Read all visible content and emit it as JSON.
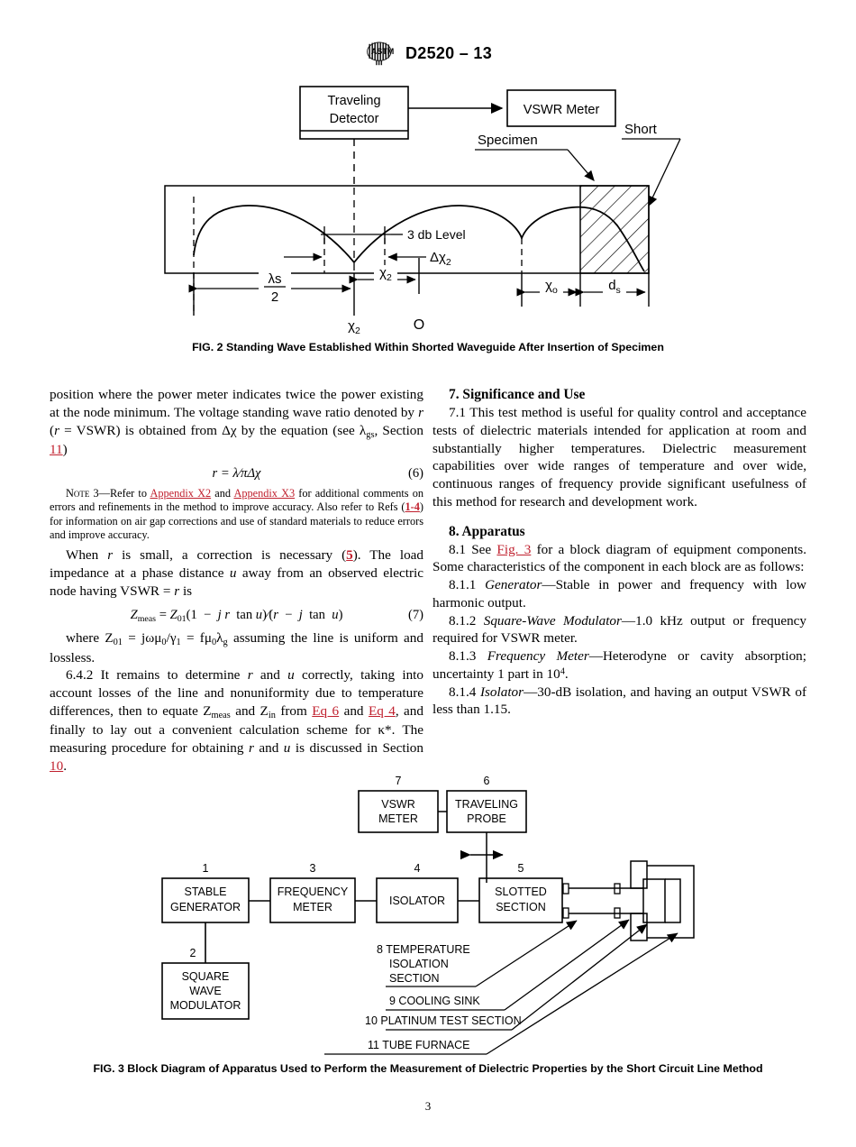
{
  "header": {
    "logo_icon": "astm-logo-icon",
    "designation": "D2520 – 13"
  },
  "figure2": {
    "caption": "FIG. 2  Standing Wave Established Within Shorted Waveguide After Insertion of Specimen",
    "blocks": [
      {
        "id": "traveling-detector",
        "line1": "Traveling",
        "line2": "Detector"
      },
      {
        "id": "vswr-meter",
        "line1": "VSWR Meter",
        "line2": ""
      }
    ],
    "labels": {
      "specimen": "Specimen",
      "short": "Short",
      "db_level": "3 db Level",
      "delta_chi2": "Δχ",
      "delta_chi2_sub": "2",
      "lambda_s": "λs",
      "lambda_s_den": "2",
      "chi2_upper": "χ",
      "chi2_upper_sub": "2",
      "chi2_lower": "χ",
      "chi2_lower_sub": "2",
      "origin": "O",
      "chi0": "χ",
      "chi0_sub": "o",
      "ds": "d",
      "ds_sub": "s"
    }
  },
  "left_column": {
    "para1_a": "position where the power meter indicates twice the power existing at the node minimum. The voltage standing wave ratio denoted by ",
    "para1_r1": "r",
    "para1_b": " (",
    "para1_r2": "r",
    "para1_c": " = VSWR) is obtained from Δχ by the equation (see λ",
    "para1_sub": "gs",
    "para1_d": ", Section ",
    "para1_link": "11",
    "para1_e": ")",
    "eq6": "r = λ⁄πΔχ",
    "eq6_num": "(6)",
    "note3_label": "Note",
    "note3_a": " 3—Refer to ",
    "note3_link1": "Appendix X2",
    "note3_b": " and ",
    "note3_link2": "Appendix X3",
    "note3_c": " for additional comments on errors and refinements in the method to improve accuracy. Also refer to Refs (",
    "note3_link3": "1-4",
    "note3_d": ") for information on air gap corrections and use of standard materials to reduce errors and improve accuracy.",
    "para2_a": "When ",
    "para2_r": "r",
    "para2_b": " is small, a correction is necessary (",
    "para2_link": "5",
    "para2_c": "). The load impedance at a phase distance ",
    "para2_u": "u",
    "para2_d": " away from an observed electric node having VSWR = ",
    "para2_r2": "r",
    "para2_e": " is",
    "eq7_num": "(7)",
    "para3_a": "where Z",
    "para3_sub1": "01",
    "para3_b": " = jωμ",
    "para3_sub2": "0",
    "para3_c": "/γ",
    "para3_sub3": "1",
    "para3_d": " = fμ",
    "para3_sub4": "0",
    "para3_e": "λ",
    "para3_sub5": "g",
    "para3_f": " assuming the line is uniform and lossless.",
    "para4_num": "6.4.2",
    "para4_a": " It remains to determine ",
    "para4_r": "r",
    "para4_b": " and ",
    "para4_u": "u",
    "para4_c": " correctly, taking into account losses of the line and nonuniformity due to temperature differences, then to equate Z",
    "para4_sub1": "meas",
    "para4_d": " and Z",
    "para4_sub2": "in",
    "para4_e": " from ",
    "para4_link1": "Eq 6",
    "para4_f": " and ",
    "para4_link2": "Eq 4",
    "para4_g": ", and finally to lay out a convenient calculation scheme for κ*. The measuring procedure for obtaining ",
    "para4_r2": "r",
    "para4_h": " and ",
    "para4_u2": "u",
    "para4_i": " is discussed in Section ",
    "para4_link3": "10",
    "para4_j": "."
  },
  "right_column": {
    "sec7_head": "7.  Significance and Use",
    "sec7_1_num": "7.1",
    "sec7_1_text": " This test method is useful for quality control and acceptance tests of dielectric materials intended for application at room and substantially higher temperatures. Dielectric measurement capabilities over wide ranges of temperature and over wide, continuous ranges of frequency provide significant usefulness of this method for research and development work.",
    "sec8_head": "8.  Apparatus",
    "sec8_1_num": "8.1",
    "sec8_1_a": " See ",
    "sec8_1_link": "Fig. 3",
    "sec8_1_b": " for a block diagram of equipment components. Some characteristics of the component in each block are as follows:",
    "sec8_1_1_num": "8.1.1",
    "sec8_1_1_term": "Generator",
    "sec8_1_1_text": "—Stable in power and frequency with low harmonic output.",
    "sec8_1_2_num": "8.1.2",
    "sec8_1_2_term": "Square-Wave Modulator",
    "sec8_1_2_text": "—1.0 kHz output or frequency required for VSWR meter.",
    "sec8_1_3_num": "8.1.3",
    "sec8_1_3_term": "Frequency Meter",
    "sec8_1_3_text": "—Heterodyne or cavity absorption; uncertainty 1 part in 10",
    "sec8_1_3_sup": "4",
    "sec8_1_3_end": ".",
    "sec8_1_4_num": "8.1.4",
    "sec8_1_4_term": "Isolator",
    "sec8_1_4_text": "—30-dB isolation, and having an output VSWR of less than 1.15."
  },
  "figure3": {
    "caption": "FIG. 3  Block Diagram of Apparatus Used to Perform the Measurement of Dielectric Properties by the Short Circuit Line Method",
    "blocks": [
      {
        "number": "1",
        "lines": [
          "STABLE",
          "GENERATOR"
        ]
      },
      {
        "number": "2",
        "lines": [
          "SQUARE",
          "WAVE",
          "MODULATOR"
        ]
      },
      {
        "number": "3",
        "lines": [
          "FREQUENCY",
          "METER"
        ]
      },
      {
        "number": "4",
        "lines": [
          "ISOLATOR"
        ]
      },
      {
        "number": "5",
        "lines": [
          "SLOTTED",
          "SECTION"
        ]
      },
      {
        "number": "6",
        "lines": [
          "TRAVELING",
          "PROBE"
        ]
      },
      {
        "number": "7",
        "lines": [
          "VSWR",
          "METER"
        ]
      }
    ],
    "callouts": [
      {
        "number": "8",
        "lines": [
          "8 TEMPERATURE",
          "ISOLATION",
          "SECTION"
        ]
      },
      {
        "number": "9",
        "lines": [
          "9 COOLING SINK"
        ]
      },
      {
        "number": "10",
        "lines": [
          "10 PLATINUM TEST SECTION"
        ]
      },
      {
        "number": "11",
        "lines": [
          "11 TUBE FURNACE"
        ]
      }
    ]
  },
  "footer": {
    "page_number": "3"
  },
  "colors": {
    "link": "#c0202e",
    "text": "#000000",
    "background": "#ffffff"
  }
}
